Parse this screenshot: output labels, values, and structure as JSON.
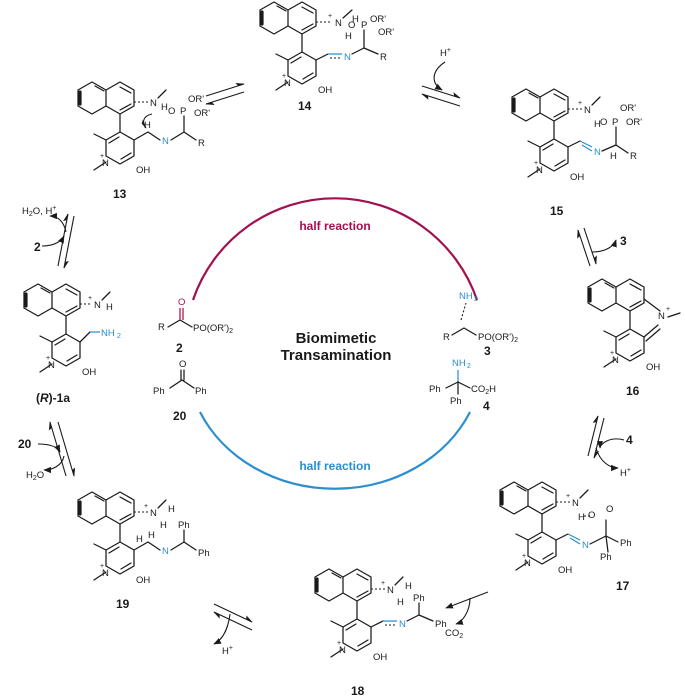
{
  "center": {
    "title_line1": "Biomimetic",
    "title_line2": "Transamination",
    "half_reaction_top": "half  reaction",
    "half_reaction_bottom": "half  reaction",
    "top_arc_color": "#a3104f",
    "bottom_arc_color": "#2b8fcf"
  },
  "compounds": {
    "c13": "13",
    "c14": "14",
    "c15": "15",
    "c16": "16",
    "c17": "17",
    "c18": "18",
    "c19": "19",
    "c1a_prefix": "(",
    "c1a_r": "R",
    "c1a_suffix": ")-1a",
    "c2": "2",
    "c3": "3",
    "c4": "4",
    "c20": "20"
  },
  "reagents": {
    "h_plus_top": "H",
    "h2o_hplus": "H",
    "h2o_hplus_prefix": "H",
    "two_left": "2",
    "three_right": "3",
    "four_right": "4",
    "h_plus_17": "H",
    "co2": "CO",
    "co2_sub": "2",
    "h_plus_19": "H",
    "twenty_left": "20",
    "h2o_left": "H",
    "h2o_left_o": "O"
  },
  "atoms": {
    "N": "N",
    "H": "H",
    "O": "O",
    "OH": "OH",
    "R": "R",
    "P": "P",
    "OR": "OR'",
    "Ph": "Ph",
    "NH2": "NH",
    "CO2H": "CO",
    "PO": "PO(OR')"
  }
}
